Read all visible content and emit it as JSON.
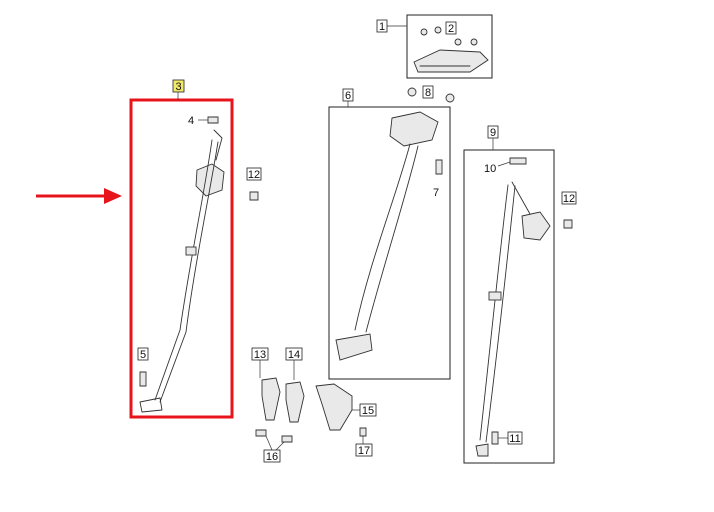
{
  "diagram": {
    "highlight_color": "#e8141c",
    "label_highlight_color": "#f2e96a",
    "callouts": {
      "c1": "1",
      "c2": "2",
      "c3": "3",
      "c4": "4",
      "c5": "5",
      "c6": "6",
      "c7": "7",
      "c8": "8",
      "c9": "9",
      "c10": "10",
      "c11": "11",
      "c12a": "12",
      "c12b": "12",
      "c13": "13",
      "c14": "14",
      "c15": "15",
      "c16": "16",
      "c17": "17"
    }
  }
}
